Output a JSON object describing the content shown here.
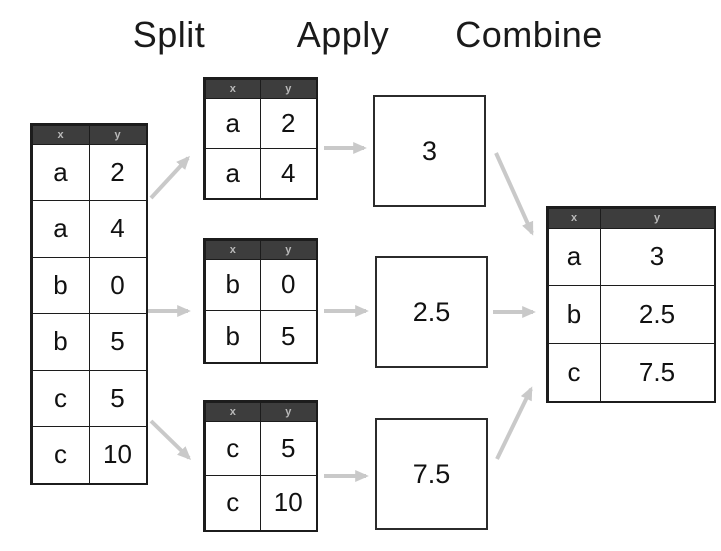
{
  "titles": {
    "split": "Split",
    "apply": "Apply",
    "combine": "Combine"
  },
  "source_table": {
    "headers": [
      "x",
      "y"
    ],
    "rows": [
      [
        "a",
        "2"
      ],
      [
        "a",
        "4"
      ],
      [
        "b",
        "0"
      ],
      [
        "b",
        "5"
      ],
      [
        "c",
        "5"
      ],
      [
        "c",
        "10"
      ]
    ]
  },
  "split_tables": [
    {
      "group": "a",
      "headers": [
        "x",
        "y"
      ],
      "rows": [
        [
          "a",
          "2"
        ],
        [
          "a",
          "4"
        ]
      ]
    },
    {
      "group": "b",
      "headers": [
        "x",
        "y"
      ],
      "rows": [
        [
          "b",
          "0"
        ],
        [
          "b",
          "5"
        ]
      ]
    },
    {
      "group": "c",
      "headers": [
        "x",
        "y"
      ],
      "rows": [
        [
          "c",
          "5"
        ],
        [
          "c",
          "10"
        ]
      ]
    }
  ],
  "apply_boxes": [
    {
      "group": "a",
      "value": "3"
    },
    {
      "group": "b",
      "value": "2.5"
    },
    {
      "group": "c",
      "value": "7.5"
    }
  ],
  "combine_table": {
    "headers": [
      "x",
      "y"
    ],
    "rows": [
      [
        "a",
        "3"
      ],
      [
        "b",
        "2.5"
      ],
      [
        "c",
        "7.5"
      ]
    ]
  },
  "colors": {
    "header_bg": "#3d3d3d",
    "header_text": "#b9b9b9",
    "table_border": "#1c1c1c",
    "arrow": "#c9c9c9",
    "title_text": "#1a1a1a"
  }
}
